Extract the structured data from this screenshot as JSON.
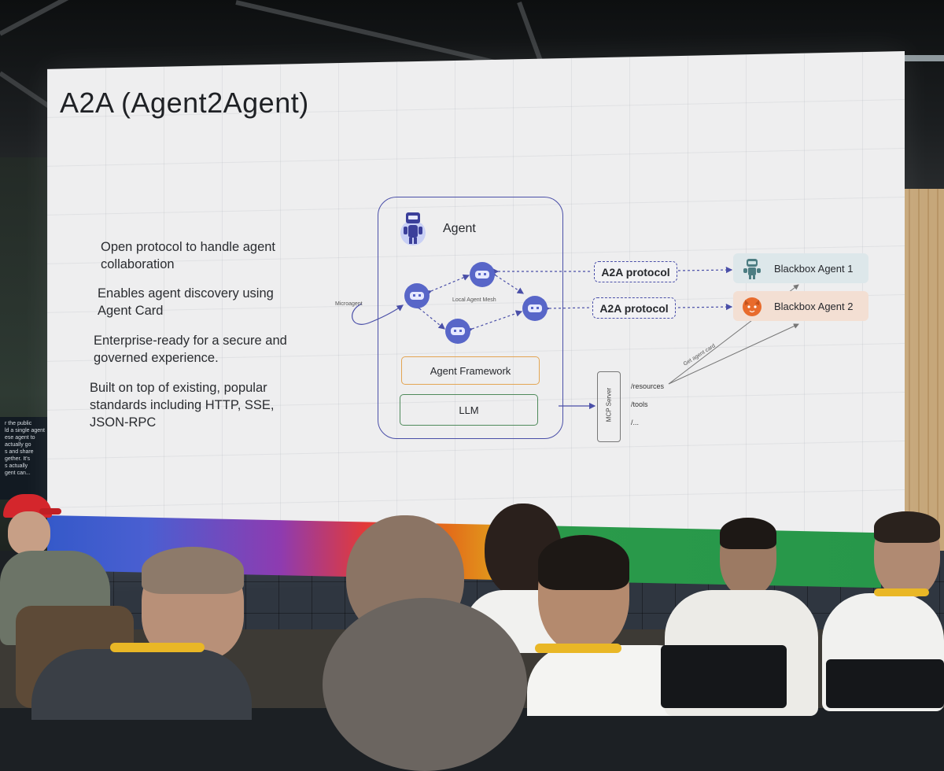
{
  "slide": {
    "title": "A2A (Agent2Agent)",
    "bullets": [
      "Open protocol to handle agent collaboration",
      "Enables agent discovery using Agent Card",
      "Enterprise-ready for a secure and governed experience.",
      "Built on top of existing, popular standards including HTTP, SSE, JSON-RPC"
    ]
  },
  "diagram": {
    "agent_label": "Agent",
    "mesh_label": "Local Agent Mesh",
    "microagent_label": "Microagent",
    "framework_label": "Agent Framework",
    "llm_label": "LLM",
    "protocol_labels": [
      "A2A protocol",
      "A2A protocol"
    ],
    "blackbox_agents": [
      "Blackbox Agent 1",
      "Blackbox Agent 2"
    ],
    "mcp_server_label": "MCP Server",
    "mcp_items": [
      "/resources",
      "/tools",
      "/..."
    ],
    "card_label": "Get agent card",
    "colors": {
      "accent": "#4a4fa8",
      "framework_border": "#e3a553",
      "llm_border": "#4f8a5b",
      "agent1_bg": "#dde7ea",
      "agent2_bg": "#f3dfd3"
    },
    "icons": [
      "robot-avatar-icon",
      "bot-icon",
      "bot-icon",
      "bot-icon",
      "bot-icon",
      "robot-agent-icon",
      "fox-agent-icon"
    ]
  },
  "side_screen": {
    "text": "r the public\nld a single agent\nese agent to\nactually go\ns and share\ngether.  It's\ns actually\ngent can..."
  }
}
